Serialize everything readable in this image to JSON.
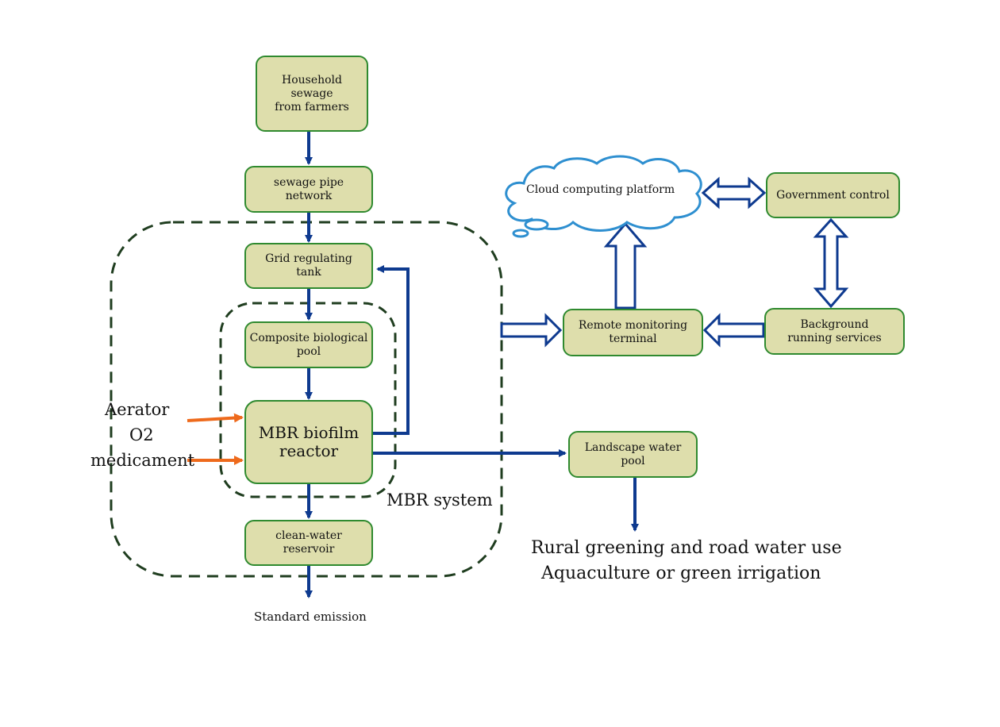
{
  "nodes": {
    "household": "Household sewage\nfrom farmers",
    "pipe": "sewage pipe\nnetwork",
    "grid": "Grid regulating\ntank",
    "composite": "Composite biological\npool",
    "mbr": "MBR biofilm\nreactor",
    "clean": "clean-water\nreservoir",
    "landscape": "Landscape water\npool",
    "remote": "Remote monitoring\nterminal",
    "background": "Background\nrunning services",
    "government": "Government control"
  },
  "cloud": "Cloud computing platform",
  "labels": {
    "aerator": "Aerator",
    "o2": "O2",
    "medicament": "medicament",
    "mbr_system": "MBR system",
    "standard_emission": "Standard emission",
    "rural_line1": "Rural greening and road water use",
    "rural_line2": "Aquaculture or green irrigation"
  },
  "colors": {
    "node_fill": "#dedeac",
    "node_border": "#2f8a2f",
    "flow_arrow": "#0e3a8f",
    "input_arrow": "#ee6a1c",
    "dashed_boundary": "#1f3d1f",
    "cloud_outline": "#2e8fd0"
  }
}
